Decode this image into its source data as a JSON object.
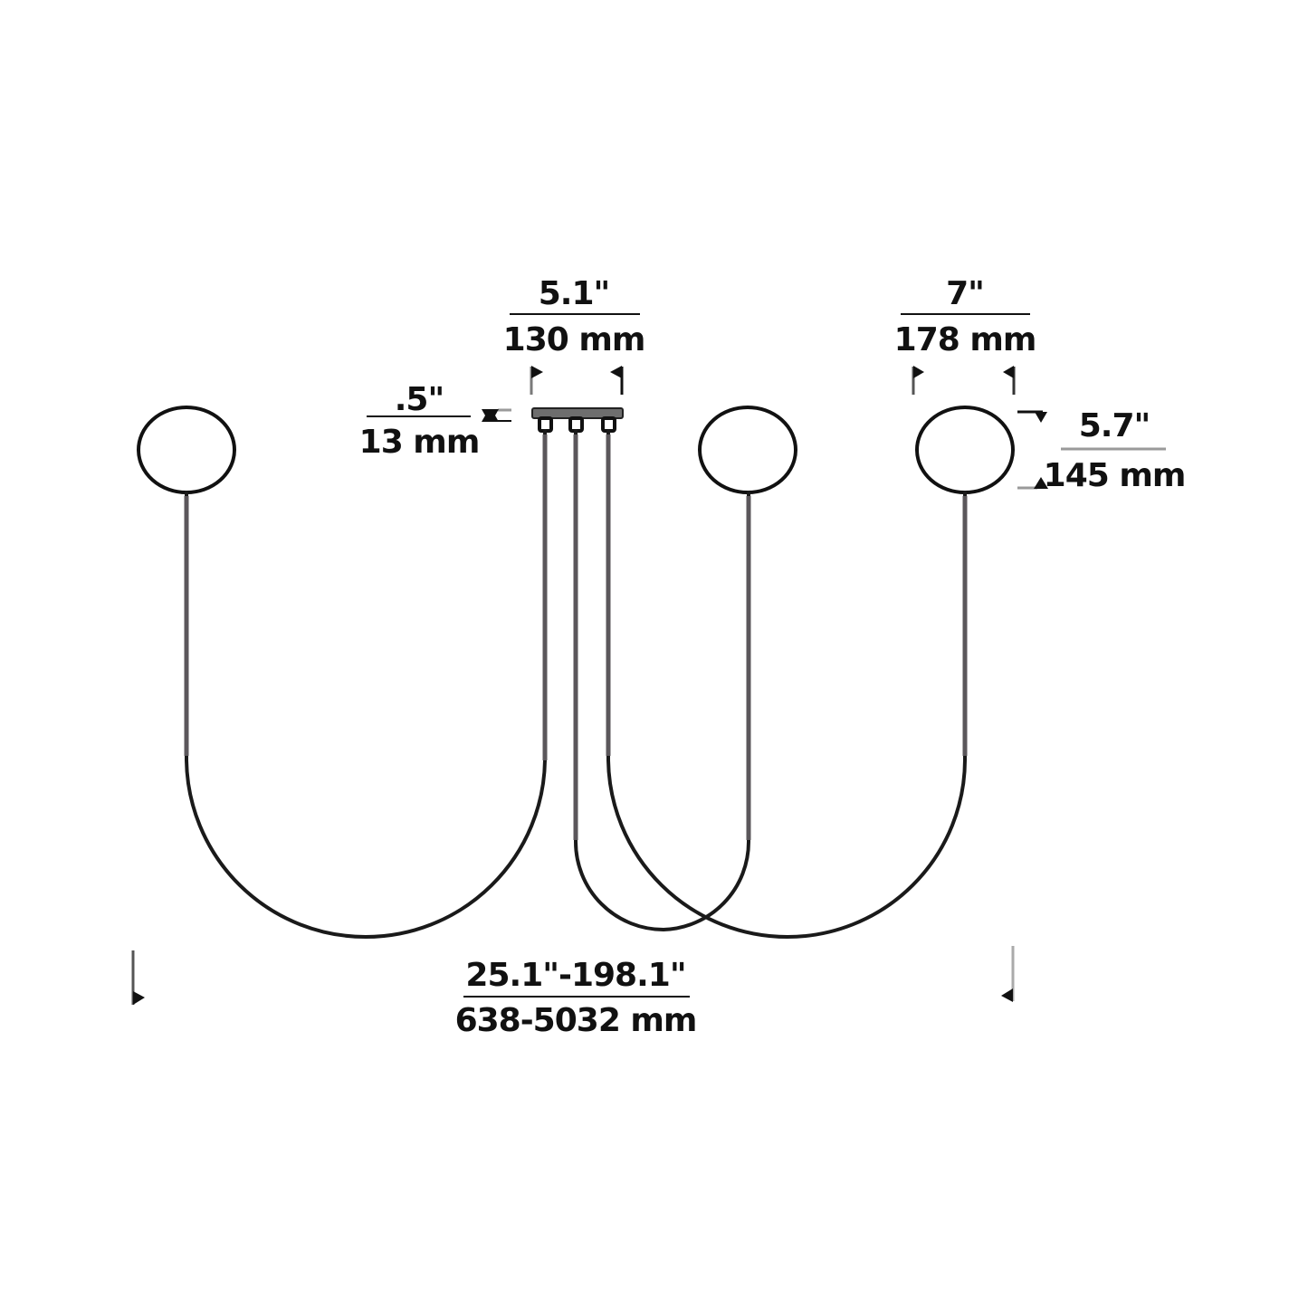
{
  "diagram": {
    "type": "product-dimension-drawing",
    "subject": "pendant fixture with three ring heads on flexible stems from a linear canopy",
    "dimensions": {
      "canopy_width": {
        "imperial": "5.1\"",
        "metric": "130 mm"
      },
      "canopy_height": {
        "imperial": ".5\"",
        "metric": "13 mm"
      },
      "ring_width": {
        "imperial": "7\"",
        "metric": "178 mm"
      },
      "ring_height": {
        "imperial": "5.7\"",
        "metric": "145 mm"
      },
      "overall_drop": {
        "imperial": "25.1\"-198.1\"",
        "metric": "638-5032 mm"
      }
    },
    "components": {
      "canopy": {
        "label": "canopy",
        "ports": 3
      },
      "rings": [
        {
          "label": "ring-left"
        },
        {
          "label": "ring-center"
        },
        {
          "label": "ring-right"
        }
      ]
    },
    "colors": {
      "line": "#111111",
      "stem": "#5b575b",
      "canopy": "#6e6e6e",
      "background": "#ffffff"
    }
  }
}
